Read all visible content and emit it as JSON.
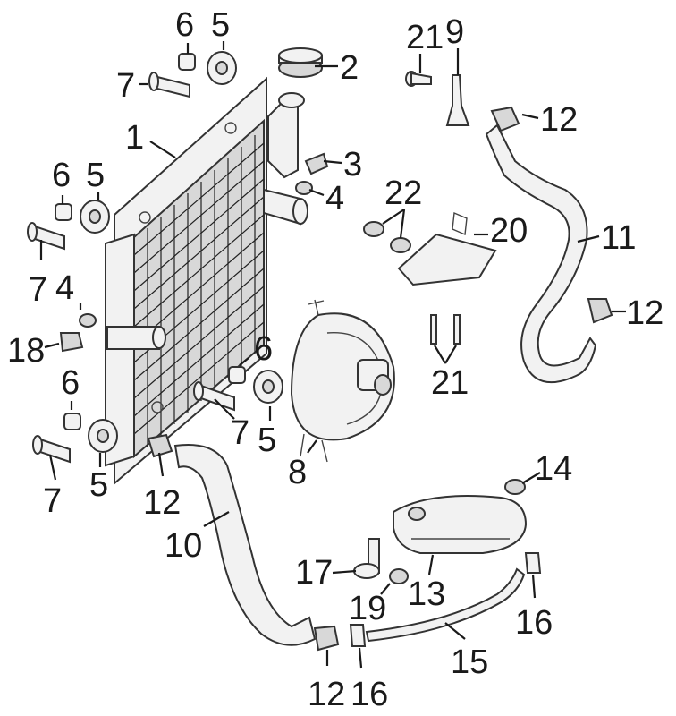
{
  "diagram": {
    "type": "exploded-parts-diagram",
    "callouts": [
      "1",
      "2",
      "3",
      "4",
      "4",
      "5",
      "5",
      "5",
      "5",
      "6",
      "6",
      "6",
      "6",
      "7",
      "7",
      "7",
      "7",
      "8",
      "9",
      "10",
      "11",
      "12",
      "12",
      "12",
      "12",
      "13",
      "14",
      "15",
      "16",
      "16",
      "17",
      "18",
      "19",
      "20",
      "21",
      "21",
      "22"
    ]
  },
  "colors": {
    "ink": "#1a1a1a",
    "part_fill": "#f2f2f2",
    "mesh": "#222222"
  }
}
